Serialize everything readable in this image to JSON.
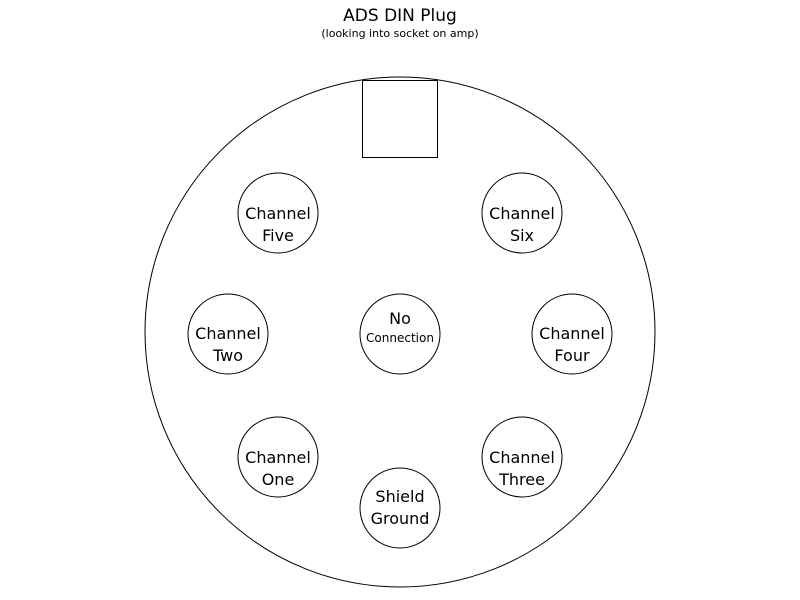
{
  "title": "ADS DIN Plug",
  "subtitle": "(looking into socket on amp)",
  "pins": [
    {
      "id": "channel-five",
      "line1": "Channel",
      "line2": "Five"
    },
    {
      "id": "channel-six",
      "line1": "Channel",
      "line2": "Six"
    },
    {
      "id": "channel-two",
      "line1": "Channel",
      "line2": "Two"
    },
    {
      "id": "no-connection",
      "line1": "No",
      "line2": "Connection"
    },
    {
      "id": "channel-four",
      "line1": "Channel",
      "line2": "Four"
    },
    {
      "id": "channel-one",
      "line1": "Channel",
      "line2": "One"
    },
    {
      "id": "channel-three",
      "line1": "Channel",
      "line2": "Three"
    },
    {
      "id": "shield-ground",
      "line1": "Shield",
      "line2": "Ground"
    }
  ]
}
